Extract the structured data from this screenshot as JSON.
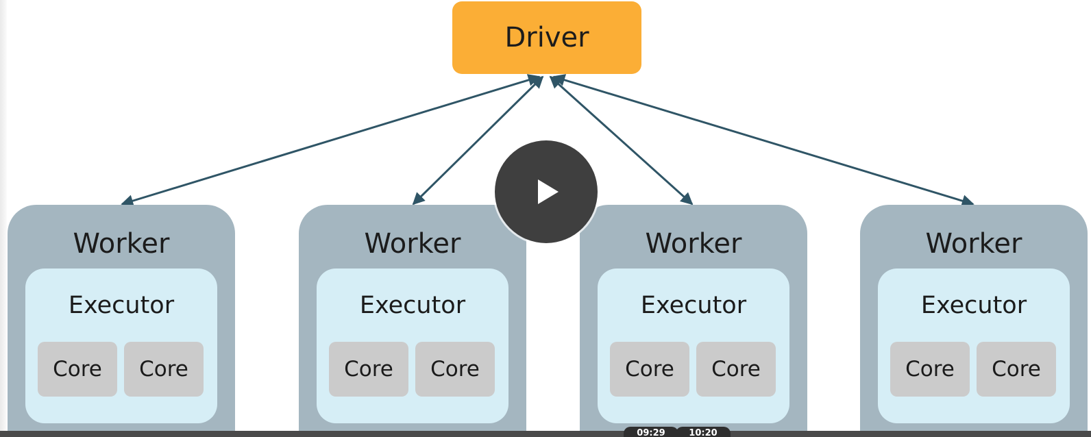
{
  "diagram": {
    "driver_label": "Driver",
    "workers": [
      {
        "label": "Worker",
        "executor": "Executor",
        "cores": [
          "Core",
          "Core"
        ]
      },
      {
        "label": "Worker",
        "executor": "Executor",
        "cores": [
          "Core",
          "Core"
        ]
      },
      {
        "label": "Worker",
        "executor": "Executor",
        "cores": [
          "Core",
          "Core"
        ]
      },
      {
        "label": "Worker",
        "executor": "Executor",
        "cores": [
          "Core",
          "Core"
        ]
      }
    ]
  },
  "player": {
    "play_icon": "play-icon",
    "current_time": "09:29",
    "duration": "10:20"
  },
  "colors": {
    "driver": "#fbae36",
    "worker": "#a4b6c0",
    "executor": "#d6eef6",
    "core": "#cbcbcb",
    "arrow": "#2f5566",
    "play_button": "#3f3f3f"
  }
}
